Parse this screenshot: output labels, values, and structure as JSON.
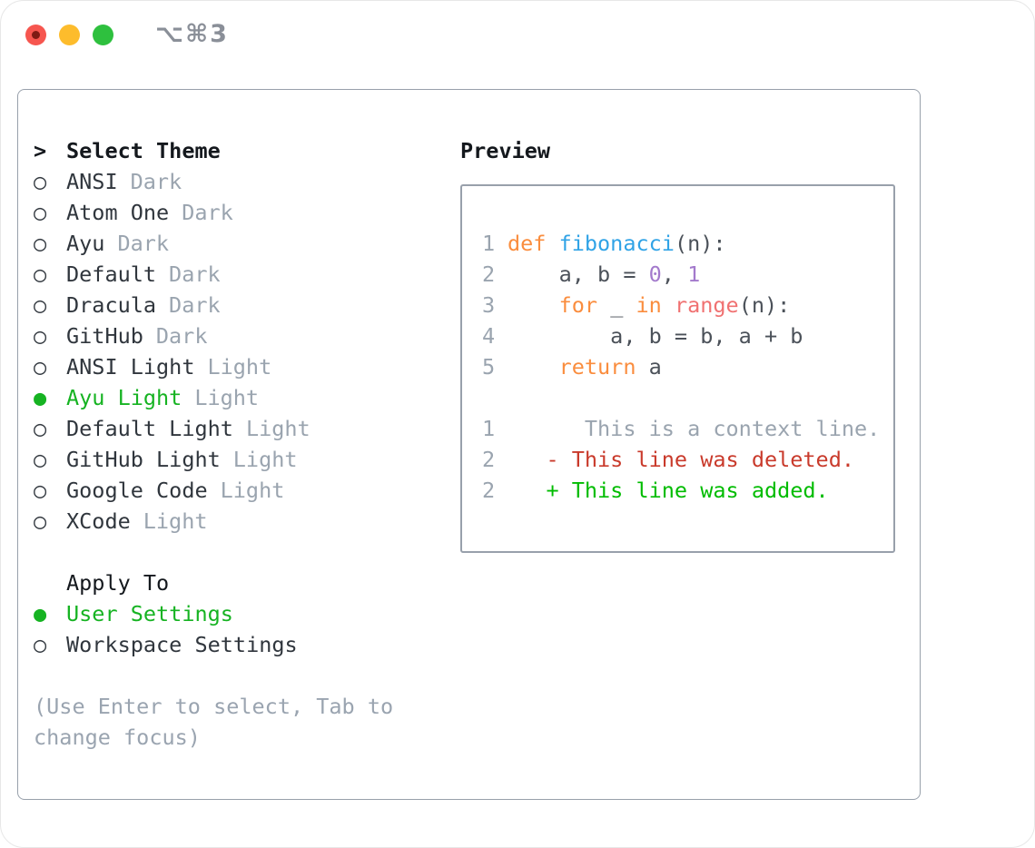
{
  "window": {
    "title": "⌥⌘3",
    "traffic_lights": [
      "close",
      "minimize",
      "zoom"
    ]
  },
  "colors": {
    "keyword": "#fa8d3e",
    "function": "#30a3e6",
    "number": "#a37acc",
    "builtin": "#f07171",
    "code": "#4b5159",
    "muted": "#9aa4af",
    "dark": "#30363d",
    "heading": "#14181d",
    "selected_green": "#16b322",
    "added_green": "#00bc00",
    "deleted_red": "#c93a2b",
    "border_gray": "#98a0ab",
    "traffic_red": "#f6564f",
    "traffic_yellow": "#fdbc2c",
    "traffic_green": "#2ec03e",
    "title_gray": "#8a8f98"
  },
  "sidebar": {
    "header": {
      "marker": ">",
      "label": "Select Theme"
    },
    "markers": {
      "selected": "●",
      "unselected": "○"
    },
    "items": [
      {
        "name": "ANSI",
        "tag": "Dark",
        "selected": false
      },
      {
        "name": "Atom One",
        "tag": "Dark",
        "selected": false
      },
      {
        "name": "Ayu",
        "tag": "Dark",
        "selected": false
      },
      {
        "name": "Default",
        "tag": "Dark",
        "selected": false
      },
      {
        "name": "Dracula",
        "tag": "Dark",
        "selected": false
      },
      {
        "name": "GitHub",
        "tag": "Dark",
        "selected": false
      },
      {
        "name": "ANSI Light",
        "tag": "Light",
        "selected": false
      },
      {
        "name": "Ayu Light",
        "tag": "Light",
        "selected": true
      },
      {
        "name": "Default Light",
        "tag": "Light",
        "selected": false
      },
      {
        "name": "GitHub Light",
        "tag": "Light",
        "selected": false
      },
      {
        "name": "Google Code",
        "tag": "Light",
        "selected": false
      },
      {
        "name": "XCode",
        "tag": "Light",
        "selected": false
      }
    ],
    "apply_to": {
      "label": "Apply To",
      "options": [
        {
          "label": "User Settings",
          "selected": true
        },
        {
          "label": "Workspace Settings",
          "selected": false
        }
      ]
    },
    "hint": "(Use Enter to select, Tab to change focus)"
  },
  "preview": {
    "title": "Preview",
    "code_lines": [
      {
        "num": "1",
        "segments": [
          {
            "text": "def ",
            "color": "keyword"
          },
          {
            "text": "fibonacci",
            "color": "function"
          },
          {
            "text": "(n):",
            "color": "code"
          }
        ]
      },
      {
        "num": "2",
        "segments": [
          {
            "text": "    a, b = ",
            "color": "code"
          },
          {
            "text": "0",
            "color": "number"
          },
          {
            "text": ", ",
            "color": "code"
          },
          {
            "text": "1",
            "color": "number"
          }
        ]
      },
      {
        "num": "3",
        "segments": [
          {
            "text": "    ",
            "color": "code"
          },
          {
            "text": "for",
            "color": "keyword"
          },
          {
            "text": " _ ",
            "color": "code"
          },
          {
            "text": "in",
            "color": "keyword"
          },
          {
            "text": " ",
            "color": "code"
          },
          {
            "text": "range",
            "color": "builtin"
          },
          {
            "text": "(n):",
            "color": "code"
          }
        ]
      },
      {
        "num": "4",
        "segments": [
          {
            "text": "        a, b = b, a + b",
            "color": "code"
          }
        ]
      },
      {
        "num": "5",
        "segments": [
          {
            "text": "    ",
            "color": "keyword"
          },
          {
            "text": "return",
            "color": "keyword"
          },
          {
            "text": " a",
            "color": "code"
          }
        ]
      }
    ],
    "diff_lines": [
      {
        "num": "1",
        "text": "      This is a context line.",
        "kind": "context"
      },
      {
        "num": "2",
        "text": "   - This line was deleted.",
        "kind": "deleted"
      },
      {
        "num": "2",
        "text": "   + This line was added.",
        "kind": "added"
      }
    ]
  }
}
